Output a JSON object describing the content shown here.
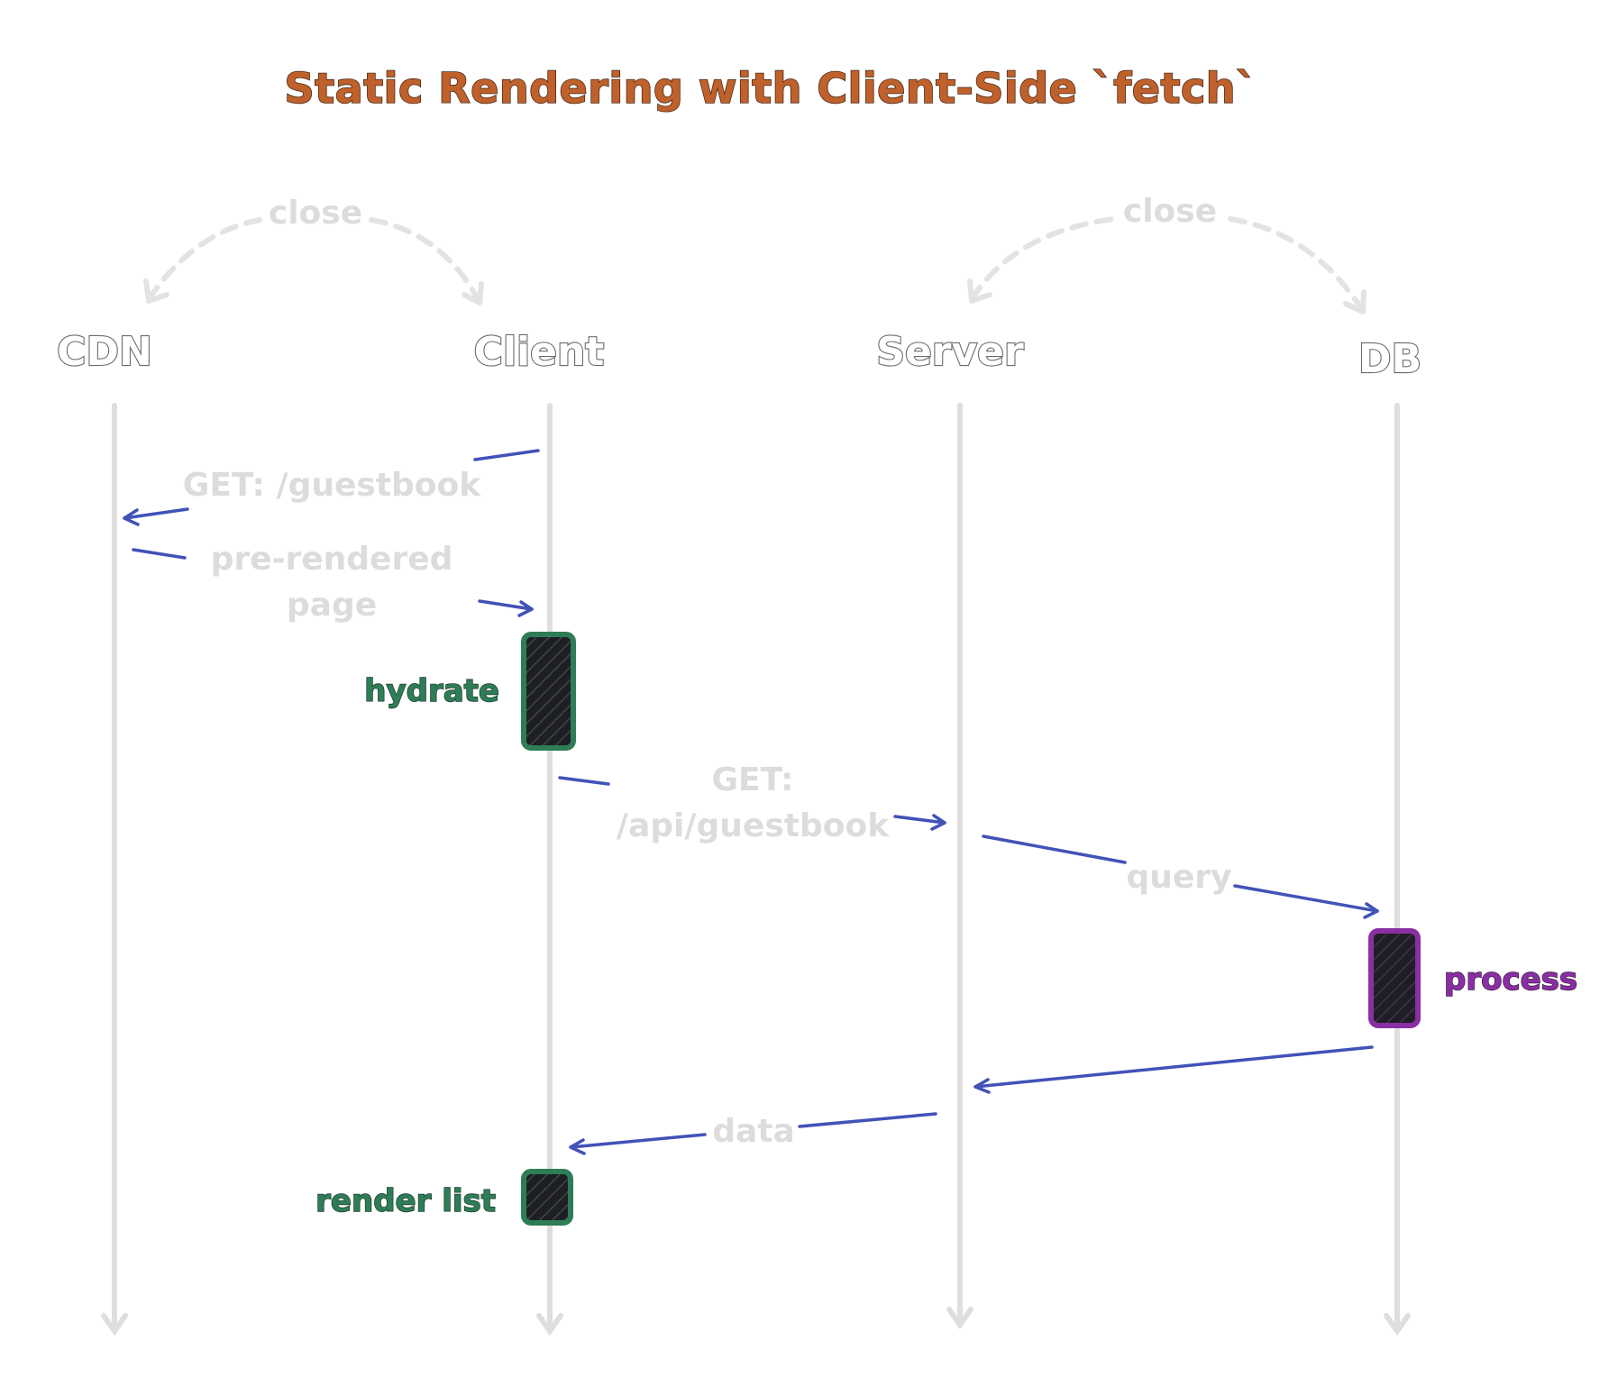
{
  "title": "Static Rendering with Client-Side `fetch`",
  "actors": {
    "cdn": "CDN",
    "client": "Client",
    "server": "Server",
    "db": "DB"
  },
  "relations": {
    "close_left": "close",
    "close_right": "close"
  },
  "messages": {
    "get_guestbook": "GET: /guestbook",
    "pre_rendered_line1": "pre-rendered",
    "pre_rendered_line2": "page",
    "get_api_line1": "GET:",
    "get_api_line2": "/api/guestbook",
    "query": "query",
    "data": "data"
  },
  "activations": {
    "hydrate": "hydrate",
    "process": "process",
    "render_list": "render list"
  },
  "colors": {
    "title": "#c0612b",
    "message_arrow": "#4152b8",
    "lifeline": "#dedede",
    "client_activation": "#2e7d57",
    "db_activation": "#8a2fa3",
    "activation_fill": "#1e1e24"
  }
}
